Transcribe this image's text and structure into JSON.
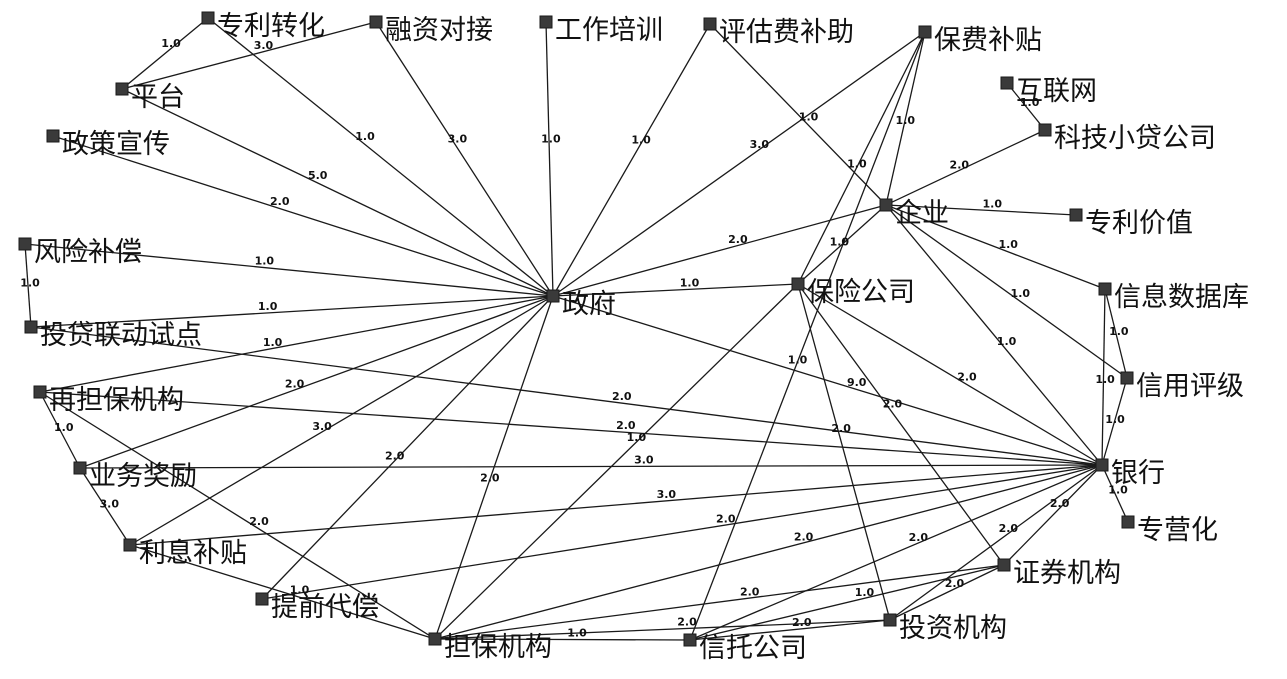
{
  "graph": {
    "nodes": [
      {
        "id": "zhuanli_zhuanhua",
        "label": "专利转化"
      },
      {
        "id": "rongzi_duijie",
        "label": "融资对接"
      },
      {
        "id": "gongzuo_peixun",
        "label": "工作培训"
      },
      {
        "id": "pinggu_fei",
        "label": "评估费补助"
      },
      {
        "id": "baofei_butie",
        "label": "保费补贴"
      },
      {
        "id": "hulianwang",
        "label": "互联网"
      },
      {
        "id": "keji_xiaodai",
        "label": "科技小贷公司"
      },
      {
        "id": "pingtai",
        "label": "平台"
      },
      {
        "id": "zhengce_xuanchuan",
        "label": "政策宣传"
      },
      {
        "id": "qiye",
        "label": "企业"
      },
      {
        "id": "zhuanli_jiazhi",
        "label": "专利价值"
      },
      {
        "id": "fengxian_buchang",
        "label": "风险补偿"
      },
      {
        "id": "zhengfu",
        "label": "政府"
      },
      {
        "id": "baoxian",
        "label": "保险公司"
      },
      {
        "id": "xinxi_shujuku",
        "label": "信息数据库"
      },
      {
        "id": "toudai_liandong",
        "label": "投贷联动试点"
      },
      {
        "id": "xinyong_pingji",
        "label": "信用评级"
      },
      {
        "id": "zaidanbao",
        "label": "再担保机构"
      },
      {
        "id": "yinhang",
        "label": "银行"
      },
      {
        "id": "yewu_jiangli",
        "label": "业务奖励"
      },
      {
        "id": "zhuanyinghua",
        "label": "专营化"
      },
      {
        "id": "lixi_butie",
        "label": "利息补贴"
      },
      {
        "id": "zhengquan",
        "label": "证券机构"
      },
      {
        "id": "tiqian_daichang",
        "label": "提前代偿"
      },
      {
        "id": "touzi_jigou",
        "label": "投资机构"
      },
      {
        "id": "danbao",
        "label": "担保机构"
      },
      {
        "id": "xintuo",
        "label": "信托公司"
      }
    ],
    "edges": [
      {
        "source": "zhengfu",
        "target": "zhuanli_zhuanhua",
        "weight": "1.0"
      },
      {
        "source": "zhengfu",
        "target": "rongzi_duijie",
        "weight": "3.0"
      },
      {
        "source": "zhengfu",
        "target": "gongzuo_peixun",
        "weight": "1.0"
      },
      {
        "source": "zhengfu",
        "target": "pinggu_fei",
        "weight": "1.0"
      },
      {
        "source": "zhengfu",
        "target": "baofei_butie",
        "weight": "3.0"
      },
      {
        "source": "zhengfu",
        "target": "pingtai",
        "weight": "5.0"
      },
      {
        "source": "zhengfu",
        "target": "zhengce_xuanchuan",
        "weight": "2.0"
      },
      {
        "source": "zhengfu",
        "target": "fengxian_buchang",
        "weight": "1.0"
      },
      {
        "source": "zhengfu",
        "target": "toudai_liandong",
        "weight": "1.0"
      },
      {
        "source": "zhengfu",
        "target": "zaidanbao",
        "weight": "1.0"
      },
      {
        "source": "zhengfu",
        "target": "yewu_jiangli",
        "weight": "2.0"
      },
      {
        "source": "zhengfu",
        "target": "lixi_butie",
        "weight": "3.0"
      },
      {
        "source": "zhengfu",
        "target": "tiqian_daichang",
        "weight": "2.0"
      },
      {
        "source": "zhengfu",
        "target": "danbao",
        "weight": "2.0"
      },
      {
        "source": "zhengfu",
        "target": "qiye",
        "weight": "2.0"
      },
      {
        "source": "zhengfu",
        "target": "baoxian",
        "weight": "1.0"
      },
      {
        "source": "zhengfu",
        "target": "yinhang",
        "weight": "9.0"
      },
      {
        "source": "pingtai",
        "target": "zhuanli_zhuanhua",
        "weight": "1.0"
      },
      {
        "source": "pingtai",
        "target": "rongzi_duijie",
        "weight": "3.0"
      },
      {
        "source": "pinggu_fei",
        "target": "qiye",
        "weight": "1.0"
      },
      {
        "source": "baofei_butie",
        "target": "qiye",
        "weight": "1.0"
      },
      {
        "source": "baofei_butie",
        "target": "baoxian",
        "weight": "1.0"
      },
      {
        "source": "baofei_butie",
        "target": "xintuo",
        "weight": "1.0"
      },
      {
        "source": "hulianwang",
        "target": "keji_xiaodai",
        "weight": "1.0"
      },
      {
        "source": "keji_xiaodai",
        "target": "qiye",
        "weight": "2.0"
      },
      {
        "source": "qiye",
        "target": "zhuanli_jiazhi",
        "weight": "1.0"
      },
      {
        "source": "qiye",
        "target": "xinxi_shujuku",
        "weight": "1.0"
      },
      {
        "source": "qiye",
        "target": "xinyong_pingji",
        "weight": "1.0"
      },
      {
        "source": "qiye",
        "target": "yinhang",
        "weight": "1.0"
      },
      {
        "source": "qiye",
        "target": "baoxian",
        "weight": "1.0"
      },
      {
        "source": "fengxian_buchang",
        "target": "toudai_liandong",
        "weight": "1.0"
      },
      {
        "source": "toudai_liandong",
        "target": "yinhang",
        "weight": "2.0"
      },
      {
        "source": "zaidanbao",
        "target": "yewu_jiangli",
        "weight": "1.0"
      },
      {
        "source": "zaidanbao",
        "target": "yinhang",
        "weight": "2.0"
      },
      {
        "source": "zaidanbao",
        "target": "danbao",
        "weight": "2.0"
      },
      {
        "source": "yewu_jiangli",
        "target": "yinhang",
        "weight": "3.0"
      },
      {
        "source": "yewu_jiangli",
        "target": "lixi_butie",
        "weight": "3.0"
      },
      {
        "source": "lixi_butie",
        "target": "yinhang",
        "weight": "3.0"
      },
      {
        "source": "lixi_butie",
        "target": "danbao",
        "weight": "1.0"
      },
      {
        "source": "tiqian_daichang",
        "target": "yinhang",
        "weight": "2.0"
      },
      {
        "source": "danbao",
        "target": "yinhang",
        "weight": "2.0"
      },
      {
        "source": "danbao",
        "target": "baoxian",
        "weight": "1.0"
      },
      {
        "source": "danbao",
        "target": "xintuo",
        "weight": "1.0"
      },
      {
        "source": "danbao",
        "target": "touzi_jigou",
        "weight": "2.0"
      },
      {
        "source": "danbao",
        "target": "zhengquan",
        "weight": "2.0"
      },
      {
        "source": "xintuo",
        "target": "yinhang",
        "weight": "2.0"
      },
      {
        "source": "xintuo",
        "target": "touzi_jigou",
        "weight": "2.0"
      },
      {
        "source": "xintuo",
        "target": "zhengquan",
        "weight": "1.0"
      },
      {
        "source": "touzi_jigou",
        "target": "yinhang",
        "weight": "2.0"
      },
      {
        "source": "touzi_jigou",
        "target": "zhengquan",
        "weight": "2.0"
      },
      {
        "source": "touzi_jigou",
        "target": "baoxian",
        "weight": "2.0"
      },
      {
        "source": "zhengquan",
        "target": "yinhang",
        "weight": "2.0"
      },
      {
        "source": "zhengquan",
        "target": "baoxian",
        "weight": "2.0"
      },
      {
        "source": "baoxian",
        "target": "yinhang",
        "weight": "2.0"
      },
      {
        "source": "xinxi_shujuku",
        "target": "yinhang",
        "weight": "1.0"
      },
      {
        "source": "xinxi_shujuku",
        "target": "xinyong_pingji",
        "weight": "1.0"
      },
      {
        "source": "xinyong_pingji",
        "target": "yinhang",
        "weight": "1.0"
      },
      {
        "source": "yinhang",
        "target": "zhuanyinghua",
        "weight": "1.0"
      }
    ]
  }
}
